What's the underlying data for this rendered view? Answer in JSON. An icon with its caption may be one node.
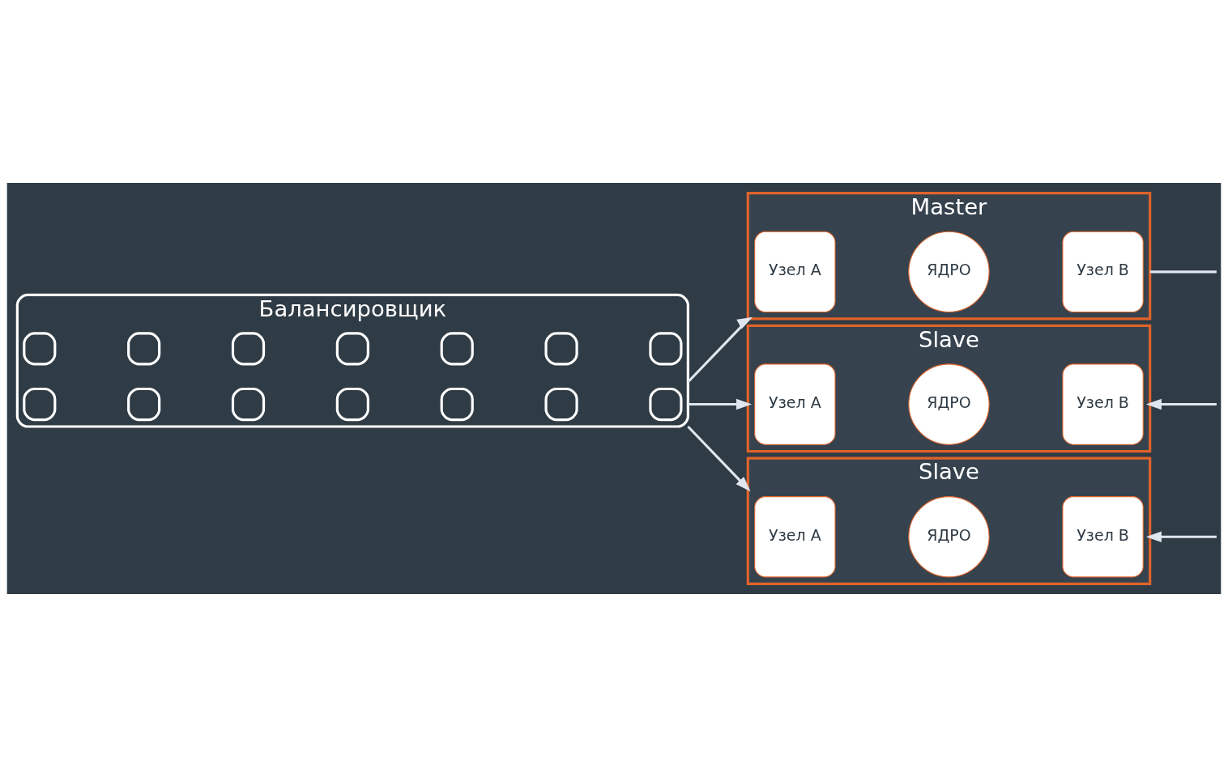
{
  "diagram": {
    "nodes": [
      {
        "text": [
          "Балансировщик"
        ]
      },
      {
        "text": [],
        "shape": "box",
        "in": 0
      },
      {
        "text": [],
        "shape": "box",
        "in": 0
      },
      {
        "text": [],
        "shape": "box",
        "in": 0
      },
      {
        "text": [],
        "shape": "box",
        "in": 0
      },
      {
        "text": [],
        "shape": "box",
        "in": 0
      },
      {
        "text": [],
        "shape": "box",
        "in": 0
      },
      {
        "text": [],
        "shape": "box",
        "in": 0
      },
      {
        "text": [],
        "shape": "box",
        "in": 0
      },
      {
        "text": [],
        "shape": "box",
        "in": 0
      },
      {
        "text": [],
        "shape": "box",
        "in": 0
      },
      {
        "text": [],
        "shape": "box",
        "in": 0
      },
      {
        "text": [],
        "shape": "box",
        "in": 0
      },
      {
        "text": [],
        "shape": "box",
        "in": 0
      },
      {
        "text": [],
        "shape": "box",
        "in": 0
      },
      {
        "text": [
          "Master"
        ]
      },
      {
        "text": [
          "Узел A"
        ],
        "in": 15
      },
      {
        "text": [
          "ЯДРО"
        ],
        "in": 15
      },
      {
        "text": [
          "Узел B"
        ],
        "in": 15
      },
      {
        "text": [
          "Slave"
        ]
      },
      {
        "text": [
          "Узел A"
        ],
        "in": 19
      },
      {
        "text": [
          "ЯДРО"
        ],
        "in": 19
      },
      {
        "text": [
          "Узел B"
        ],
        "in": 19
      },
      {
        "text": [
          "Slave"
        ]
      },
      {
        "text": [
          "Узел A"
        ],
        "in": 23
      },
      {
        "text": [
          "ЯДРО"
        ],
        "in": 23
      },
      {
        "text": [
          "Узел B"
        ],
        "in": 23
      }
    ],
    "edges": [
      {
        "from": 0,
        "to": 15,
        "arrow": "to"
      },
      {
        "from": 0,
        "to": 19,
        "arrow": "to"
      },
      {
        "from": 0,
        "to": 23,
        "arrow": "to"
      },
      {
        "from": 15,
        "to": null,
        "arrow": "none"
      },
      {
        "from": null,
        "to": 19,
        "arrow": "to"
      },
      {
        "from": null,
        "to": 23,
        "arrow": "to"
      }
    ]
  }
}
